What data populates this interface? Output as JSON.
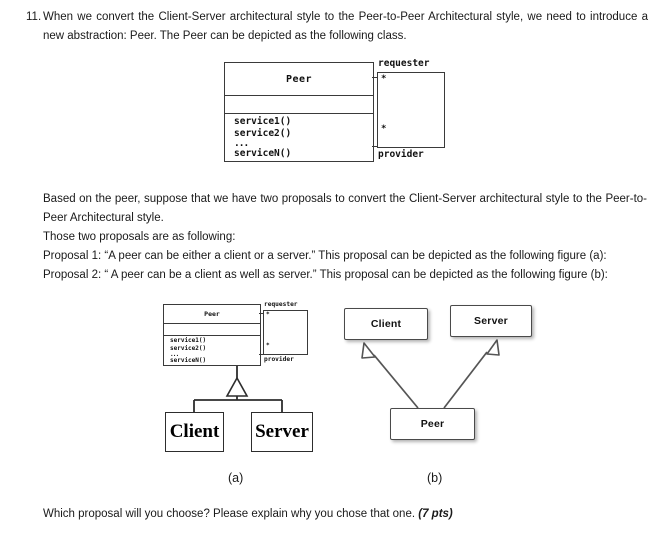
{
  "question": {
    "number": "11.",
    "text": "When we convert the Client-Server architectural style to the Peer-to-Peer Architectural style, we need to introduce a new abstraction: Peer. The Peer can be depicted as the following class."
  },
  "paragraphs": {
    "based_on_peer": "Based on the peer, suppose that we have two proposals to convert the Client-Server architectural style to the Peer-to-Peer Architectural style.",
    "those_two": "Those two proposals are as following:",
    "proposal_1": "Proposal 1: “A peer can be either a client or a server.” This proposal can be depicted as the following figure (a):",
    "proposal_2": "Proposal 2: “ A peer can be a client as well as server.” This proposal can be depicted as the following figure (b):",
    "closing": "Which proposal will you choose? Please explain why you chose that one.",
    "closing_points": "(7 pts)"
  },
  "peer_class_diagram": {
    "class_name": "Peer",
    "operations": [
      "service1()",
      "service2()"
    ],
    "ellipsis": "...",
    "operation_last": "serviceN()",
    "association_role_top": "requester",
    "association_role_bottom": "provider",
    "multiplicity_top": "*",
    "multiplicity_bottom": "*"
  },
  "figure_a": {
    "caption": "(a)",
    "class_name": "Peer",
    "operations": [
      "service1()",
      "service2()"
    ],
    "ellipsis": "...",
    "operation_last": "serviceN()",
    "association_role_top": "requester",
    "association_role_bottom": "provider",
    "multiplicity_top": "*",
    "multiplicity_bottom": "*",
    "subclasses": [
      "Client",
      "Server"
    ],
    "relationship": "generalization"
  },
  "figure_b": {
    "caption": "(b)",
    "boxes": [
      "Client",
      "Server",
      "Peer"
    ],
    "relationship": "generalization",
    "arrow_targets": [
      "Client",
      "Server"
    ],
    "arrow_source": "Peer"
  },
  "colors": {
    "page_background": "#ffffff",
    "text": "#1a1a1a",
    "diagram_stroke": "#3a3a3a",
    "shadow": "rgba(0,0,0,0.30)"
  }
}
